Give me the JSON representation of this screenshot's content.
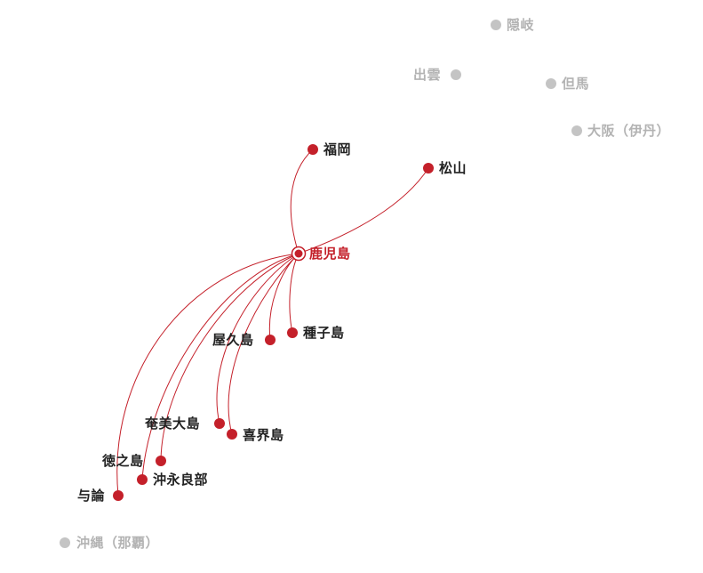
{
  "colors": {
    "route": "#c4202a",
    "active_dot": "#c4202a",
    "inactive_dot": "#c4c4c4",
    "active_text": "#222222",
    "inactive_text": "#b3b3b3",
    "hub_text": "#c4202a"
  },
  "hub": {
    "label": "鹿児島",
    "icon": "hub-ring-icon"
  },
  "destinations": {
    "fukuoka": {
      "label": "福岡"
    },
    "matsuyama": {
      "label": "松山"
    },
    "tanegashima": {
      "label": "種子島"
    },
    "yakushima": {
      "label": "屋久島"
    },
    "amami": {
      "label": "奄美大島"
    },
    "kikai": {
      "label": "喜界島"
    },
    "tokunoshima": {
      "label": "徳之島"
    },
    "okinoerabu": {
      "label": "沖永良部"
    },
    "yoron": {
      "label": "与論"
    }
  },
  "other_airports": {
    "oki": {
      "label": "隠岐"
    },
    "izumo": {
      "label": "出雲"
    },
    "tajima": {
      "label": "但馬"
    },
    "osaka": {
      "label": "大阪（伊丹）"
    },
    "okinawa": {
      "label": "沖縄（那覇）"
    }
  }
}
